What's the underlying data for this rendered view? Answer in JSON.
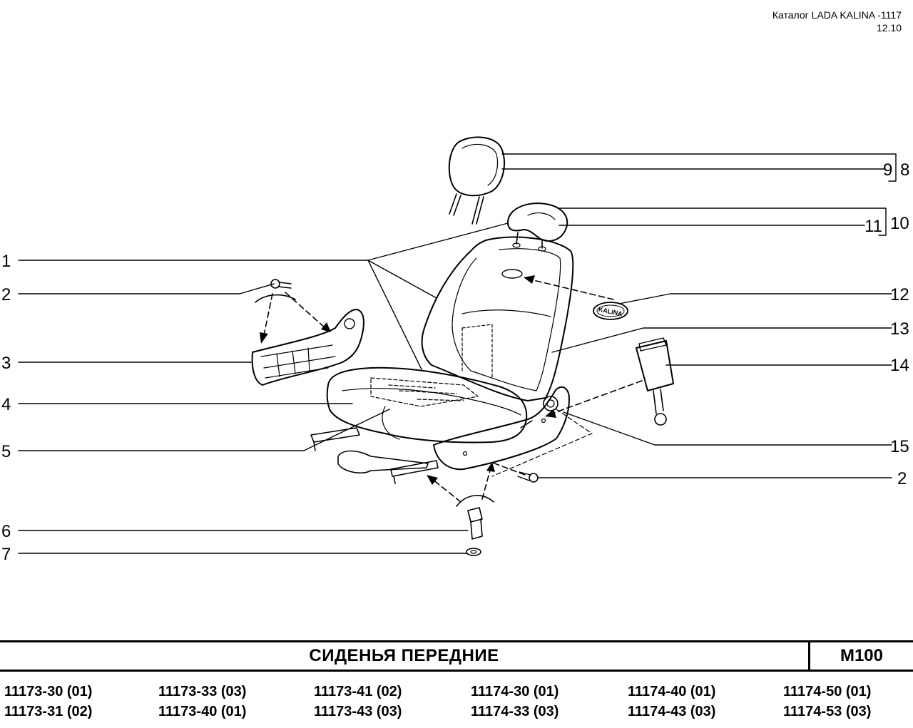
{
  "header": {
    "catalog": "Каталог LADA KALINA -1117",
    "date": "12.10"
  },
  "callouts": {
    "c1": "1",
    "c2": "2",
    "c2b": "2",
    "c3": "3",
    "c4": "4",
    "c5": "5",
    "c6": "6",
    "c7": "7",
    "c8": "8",
    "c9": "9",
    "c10": "10",
    "c11": "11",
    "c12": "12",
    "c13": "13",
    "c14": "14",
    "c15": "15"
  },
  "badge_text": "KALINA",
  "footer": {
    "title": "СИДЕНЬЯ   ПЕРЕДНИЕ",
    "code": "M100",
    "models": [
      [
        "11173-30 (01)",
        "11173-31 (02)"
      ],
      [
        "11173-33 (03)",
        "11173-40 (01)"
      ],
      [
        "11173-41 (02)",
        "11173-43 (03)"
      ],
      [
        "11174-30 (01)",
        "11174-33 (03)"
      ],
      [
        "11174-40 (01)",
        "11174-43 (03)"
      ],
      [
        "11174-50 (01)",
        "11174-53 (03)"
      ]
    ]
  }
}
